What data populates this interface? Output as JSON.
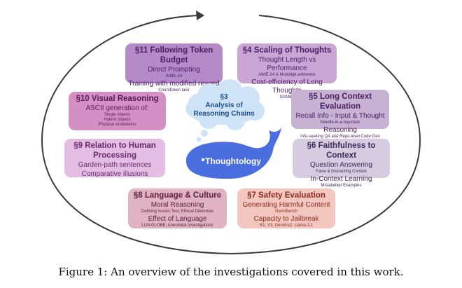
{
  "center": {
    "cloud_section": "§3",
    "cloud_title": "Analysis of",
    "cloud_title2": "Reasoning Chains",
    "whale_label": "Thoughtology"
  },
  "boxes": {
    "s11": {
      "title": "§11 Following Token Budget",
      "l1": "Direct Prompting",
      "s1": "AIME-24",
      "l2": "Training with modified reward",
      "s2": "CountDown task",
      "color": "#b48ac9"
    },
    "s4": {
      "title": "§4 Scaling of Thoughts",
      "l1": "Thought Length vs Performance",
      "s1": "AIME-24 & Multidigit arithmetic",
      "l2": "Cost-efficiency of Long Thoughts",
      "s2": "GSM8K",
      "color": "#c9a6d6"
    },
    "s10": {
      "title": "§10 Visual Reasoning",
      "l1": "ASCII generation of:",
      "s1": "Single objects",
      "s2": "Hybrid objects",
      "s3": "Physical simulations",
      "color": "#d48fc5"
    },
    "s5": {
      "title": "§5 Long Context Evaluation",
      "l1": "Recall Info - Input & Thought",
      "s1": "Needle-in-a-haystack",
      "l2": "Reasoning",
      "s2": "Info-seeking QA and Repo-level Code Gen",
      "color": "#c7b2d3"
    },
    "s9": {
      "title": "§9 Relation to Human",
      "title2": "Processing",
      "l1": "Garden-path sentences",
      "l2": "Comparative illusions",
      "color": "#e3bde3"
    },
    "s6": {
      "title": "§6 Faithfulness to Context",
      "l1": "Question Answering",
      "s1": "False & Distracting Context",
      "l2": "In-Context Learning",
      "s2": "Mislabelled Examples",
      "color": "#d6cbe0"
    },
    "s8": {
      "title": "§8 Language & Culture",
      "l1": "Moral Reasoning",
      "s1": "Defining Issues Test, Ethical Dilemmas",
      "l2": "Effect of Language",
      "s2": "LLM-GLOBE, Anecdotal Investigations",
      "color": "#dfb3c3"
    },
    "s7": {
      "title": "§7 Safety Evaluation",
      "l1": "Generating Harmful Content",
      "s1": "HarmBench",
      "l2": "Capacity to Jailbreak",
      "s2": "R1, V3, Gemma2, Llama-3.1",
      "color": "#f3c7bf"
    }
  },
  "caption": "Figure 1: An overview of the investigations covered in this work."
}
